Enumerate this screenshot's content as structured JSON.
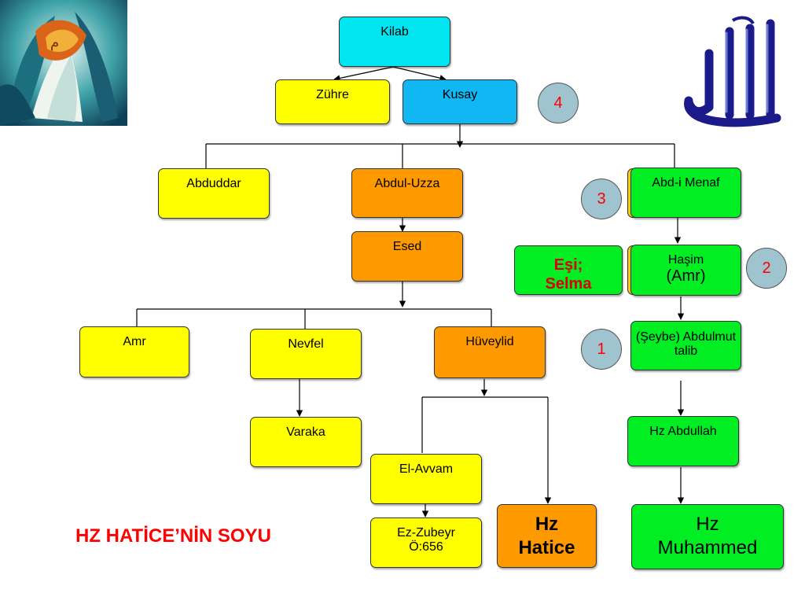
{
  "slide": {
    "title": "HZ HATİCE’NİN SOYU"
  },
  "nodes": {
    "kilab": "Kilab",
    "zuhre": "Zühre",
    "kusay": "Kusay",
    "abduddar": "Abduddar",
    "abdul_uzza": "Abdul-Uzza",
    "abd_i_menaf": "Abd-i Menaf",
    "esed": "Esed",
    "esi_selma": "Eşi; Selma",
    "hasim_line1": "Haşim",
    "hasim_line2": "(Amr)",
    "amr": "Amr",
    "nevfel": "Nevfel",
    "huveylid": "Hüveylid",
    "seybe": "(Şeybe) Abdulmuttalib",
    "varaka": "Varaka",
    "hz_abdullah": "Hz Abdullah",
    "el_avvam": "El-Avvam",
    "ez_zubeyr_line1": "Ez-Zubeyr",
    "ez_zubeyr_line2": "Ö:656",
    "hz_hatice_line1": "Hz",
    "hz_hatice_line2": "Hatice",
    "hz_muhammed_line1": "Hz",
    "hz_muhammed_line2": "Muhammed"
  },
  "markers": {
    "m1": "1",
    "m2": "2",
    "m3": "3",
    "m4": "4"
  },
  "colors": {
    "cyan": "#00e5ef",
    "yellow": "#ffff00",
    "blue": "#11b7f2",
    "orange": "#ff9900",
    "green": "#00ee22",
    "marker_fill": "#9fc4cf",
    "title_red": "#ff0000"
  },
  "images": {
    "top_left_art": "calligraphy-painting",
    "top_right_art": "allah-calligraphy"
  }
}
